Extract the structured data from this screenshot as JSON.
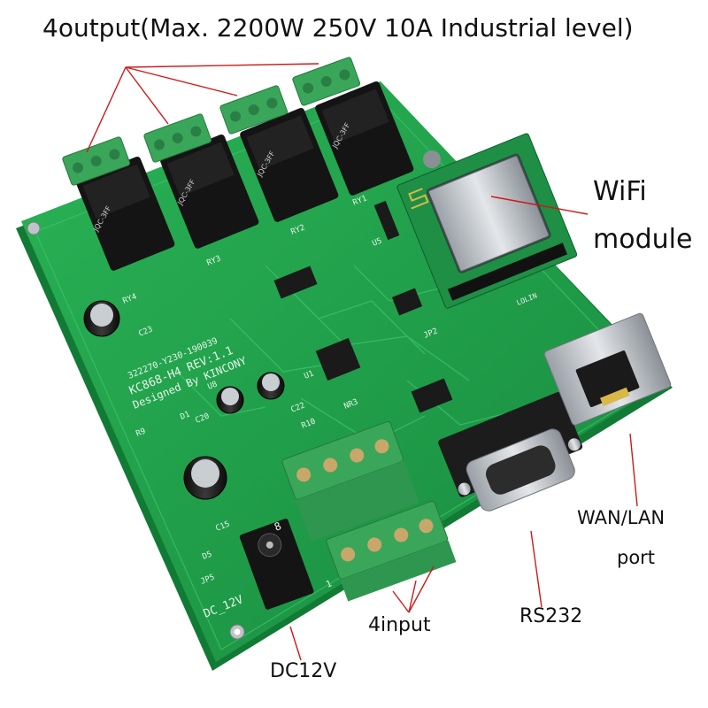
{
  "labels": {
    "title": "4output(Max. 2200W 250V 10A Industrial level)",
    "wifi_line1": "WiFi",
    "wifi_line2": "module",
    "wan_line1": "WAN/LAN",
    "wan_line2": "port",
    "rs232": "RS232",
    "input": "4input",
    "dc": "DC12V"
  },
  "board": {
    "silkscreen_model": "KC868-H4 REV:1.1",
    "silkscreen_designer": "Designed By KINCONY",
    "silkscreen_date": "322270-Y230-190039",
    "relay_refs": [
      "RY1",
      "RY2",
      "RY3",
      "RY4"
    ],
    "power_ref": "DC_12V",
    "module_ref": "U5",
    "chip_ref": "U8",
    "jumper_refs": [
      "JP2",
      "JP5"
    ],
    "cap_refs": [
      "C15",
      "C20",
      "C22",
      "C23"
    ],
    "misc_refs": [
      "U1",
      "D1",
      "D5",
      "R9",
      "R10",
      "NR3",
      "8",
      "1"
    ],
    "relay_text": "JQC-3FF",
    "wifi_chip_text": "LOLIN"
  },
  "colors": {
    "pcb": "#1f9e4a",
    "pcb_light": "#2db85a",
    "terminal": "#3aa65a",
    "relay": "#1a1a1a",
    "pointer": "#cc1a1a",
    "text": "#111111"
  }
}
